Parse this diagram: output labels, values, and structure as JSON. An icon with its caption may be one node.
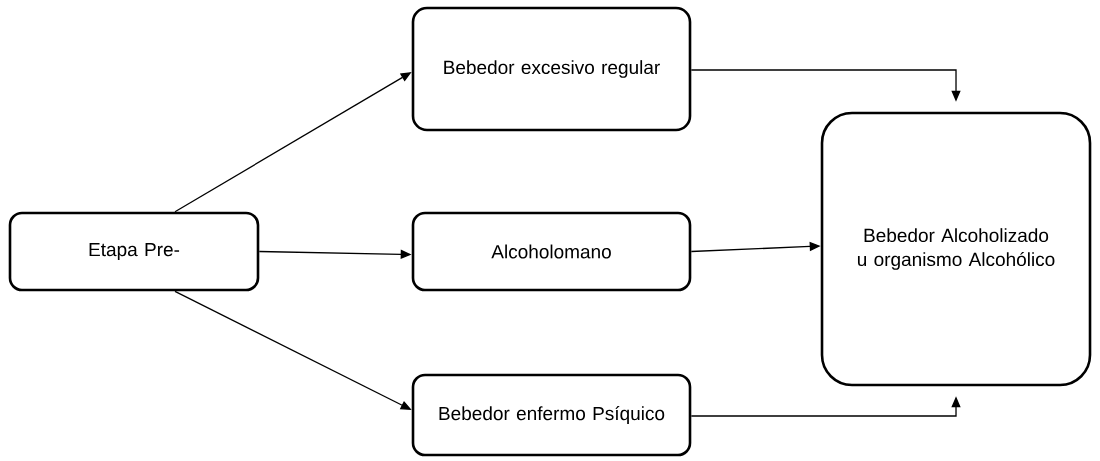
{
  "diagram": {
    "nodes": [
      {
        "text": [
          "Etapa Pre-"
        ]
      },
      {
        "text": [
          "Bebedor excesivo regular"
        ]
      },
      {
        "text": [
          "Alcoholomano"
        ]
      },
      {
        "text": [
          "Bebedor enfermo Psíquico"
        ]
      },
      {
        "text": [
          "Bebedor Alcoholizado u organismo Alcohólico"
        ]
      }
    ],
    "edges": [
      {
        "from": 0,
        "to": 1,
        "arrow": "to"
      },
      {
        "from": 0,
        "to": 2,
        "arrow": "to"
      },
      {
        "from": 0,
        "to": 3,
        "arrow": "to"
      },
      {
        "from": 1,
        "to": 4,
        "arrow": "to"
      },
      {
        "from": 2,
        "to": 4,
        "arrow": "to"
      },
      {
        "from": 3,
        "to": 4,
        "arrow": "to"
      }
    ]
  }
}
